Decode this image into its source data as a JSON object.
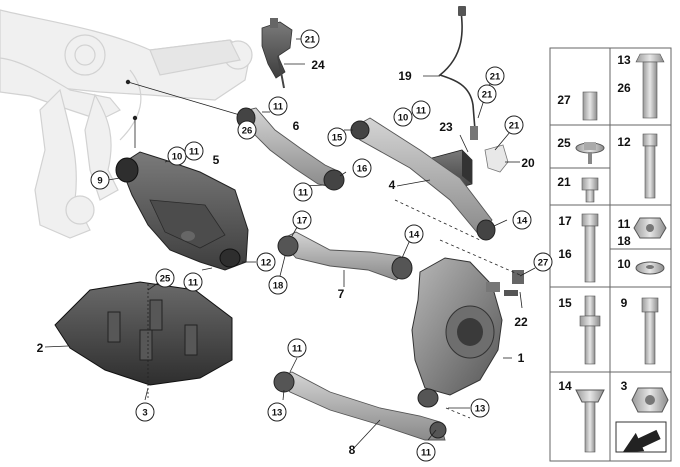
{
  "diagram": {
    "parts": [
      {
        "id": "p1",
        "label": "1"
      },
      {
        "id": "p2",
        "label": "2"
      },
      {
        "id": "p4",
        "label": "4"
      },
      {
        "id": "p5",
        "label": "5"
      },
      {
        "id": "p6",
        "label": "6"
      },
      {
        "id": "p7",
        "label": "7"
      },
      {
        "id": "p8",
        "label": "8"
      },
      {
        "id": "p19",
        "label": "19"
      },
      {
        "id": "p20",
        "label": "20"
      },
      {
        "id": "p22",
        "label": "22"
      },
      {
        "id": "p23",
        "label": "23"
      },
      {
        "id": "p24",
        "label": "24"
      }
    ],
    "callouts": [
      {
        "id": "c21a",
        "label": "21"
      },
      {
        "id": "c21b",
        "label": "21"
      },
      {
        "id": "c21c",
        "label": "21"
      },
      {
        "id": "c21d",
        "label": "21"
      },
      {
        "id": "c27",
        "label": "27"
      },
      {
        "id": "c11a",
        "label": "11"
      },
      {
        "id": "c26",
        "label": "26"
      },
      {
        "id": "c10a",
        "label": "10"
      },
      {
        "id": "c11b",
        "label": "11"
      },
      {
        "id": "c15",
        "label": "15"
      },
      {
        "id": "c10b",
        "label": "10"
      },
      {
        "id": "c11c",
        "label": "11"
      },
      {
        "id": "c9",
        "label": "9"
      },
      {
        "id": "c16",
        "label": "16"
      },
      {
        "id": "c11d",
        "label": "11"
      },
      {
        "id": "c17",
        "label": "17"
      },
      {
        "id": "c14a",
        "label": "14"
      },
      {
        "id": "c14b",
        "label": "14"
      },
      {
        "id": "c12",
        "label": "12"
      },
      {
        "id": "c18",
        "label": "18"
      },
      {
        "id": "c11e",
        "label": "11"
      },
      {
        "id": "c25",
        "label": "25"
      },
      {
        "id": "c3",
        "label": "3"
      },
      {
        "id": "c11f",
        "label": "11"
      },
      {
        "id": "c13a",
        "label": "13"
      },
      {
        "id": "c13b",
        "label": "13"
      },
      {
        "id": "c11g",
        "label": "11"
      }
    ],
    "sidebar": [
      {
        "id": "s13",
        "label": "13"
      },
      {
        "id": "s26",
        "label": "26"
      },
      {
        "id": "s27",
        "label": "27"
      },
      {
        "id": "s25",
        "label": "25"
      },
      {
        "id": "s12",
        "label": "12"
      },
      {
        "id": "s21",
        "label": "21"
      },
      {
        "id": "s17",
        "label": "17"
      },
      {
        "id": "s16",
        "label": "16"
      },
      {
        "id": "s11",
        "label": "11"
      },
      {
        "id": "s18",
        "label": "18"
      },
      {
        "id": "s10",
        "label": "10"
      },
      {
        "id": "s15",
        "label": "15"
      },
      {
        "id": "s9",
        "label": "9"
      },
      {
        "id": "s14",
        "label": "14"
      },
      {
        "id": "s3",
        "label": "3"
      }
    ]
  }
}
